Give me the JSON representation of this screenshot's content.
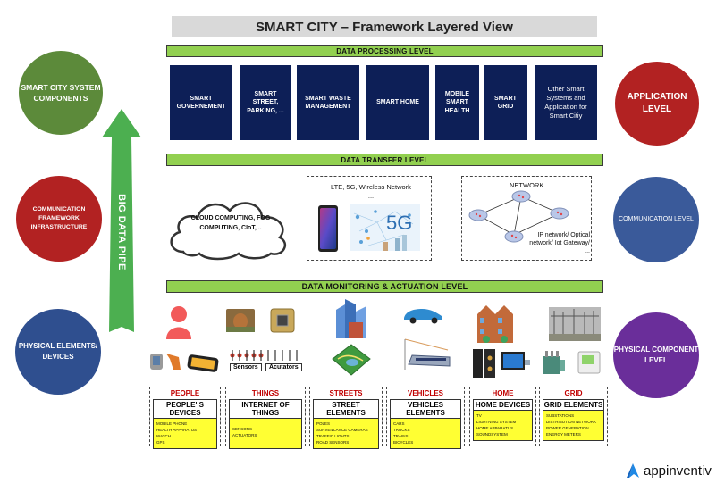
{
  "title": "SMART CITY – Framework Layered View",
  "levels": {
    "processing": "DATA PROCESSING LEVEL",
    "transfer": "DATA TRANSFER LEVEL",
    "monitoring": "DATA MONITORING & ACTUATION LEVEL"
  },
  "applications": [
    {
      "label": "SMART GOVERNEMENT"
    },
    {
      "label": "SMART STREET, PARKING, ..."
    },
    {
      "label": "SMART WASTE MANAGEMENT"
    },
    {
      "label": "SMART HOME"
    },
    {
      "label": "MOBILE SMART HEALTH"
    },
    {
      "label": "SMART GRID"
    },
    {
      "label": "Other Smart Systems and Application for Smart Citiy"
    }
  ],
  "left_circles": [
    {
      "label": "SMART CITY SYSTEM COMPONENTS",
      "color": "#5c8a3a"
    },
    {
      "label": "COMMUNICATION FRAMEWORK INFRASTRUCTURE",
      "color": "#b22222"
    },
    {
      "label": "PHYSICAL ELEMENTS/ DEVICES",
      "color": "#2f4f8f"
    }
  ],
  "right_circles": [
    {
      "label": "APPLICATION LEVEL",
      "color": "#b22222"
    },
    {
      "label": "COMMUNICATION LEVEL",
      "color": "#3a5a9a"
    },
    {
      "label": "PHYSICAL COMPONENT LEVEL",
      "color": "#6a2e9a"
    }
  ],
  "pipe": {
    "label": "BIG DATA PIPE",
    "color": "#4caf50"
  },
  "transfer": {
    "cloud": "CLOUD COMPUTING, FOG COMPUTING, CIoT, ..",
    "wireless": "LTE, 5G, Wireless Network ...",
    "wireless_badge": "5G",
    "network_title": "NETWORK",
    "network_caption": "IP network/ Optical network/ Iot Gateway/ ..."
  },
  "sensor_tags": {
    "sensors": "Sensors",
    "actuators": "Acutators"
  },
  "categories": [
    {
      "title": "PEOPLE",
      "header": "PEOPLE' S DEVICES",
      "items": [
        "MOBILE PHONE",
        "HEALTH APPARATUS",
        "WATCH",
        "GPS"
      ]
    },
    {
      "title": "THINGS",
      "header": "INTERNET OF THINGS",
      "items": [
        "SENSORS",
        "ACTUATORS"
      ]
    },
    {
      "title": "STREETS",
      "header": "STREET ELEMENTS",
      "items": [
        "POLES",
        "SURVEILLANCE CAMERAS",
        "TRAFFIC LIGHTS",
        "ROAD SENSORS"
      ]
    },
    {
      "title": "VEHICLES",
      "header": "VEHICLES ELEMENTS",
      "items": [
        "CARS",
        "TRUCKS",
        "TRAINS",
        "BICYCLES"
      ]
    },
    {
      "title": "HOME",
      "header": "HOME DEVICES",
      "items": [
        "TV",
        "LIGHTNING SYSTEM",
        "HOME APPARATUS",
        "SOUNDSYSTEM"
      ]
    },
    {
      "title": "GRID",
      "header": "GRID ELEMENTS",
      "items": [
        "SUBSTATIONS",
        "DISTRIBUTION NETWORK",
        "POWER GENERATION",
        "ENERGY METERS"
      ]
    }
  ],
  "brand": {
    "name": "appinventiv",
    "color": "#1e88e5"
  }
}
